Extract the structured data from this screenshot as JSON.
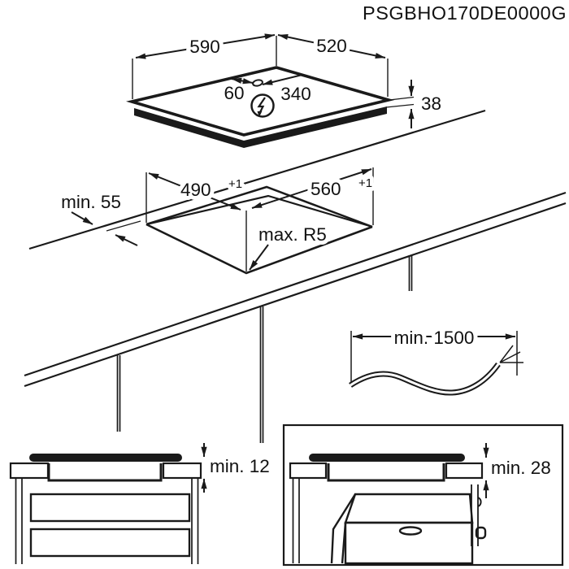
{
  "title_code": "PSGBHO170DE0000G",
  "top_view": {
    "width": "590",
    "depth": "520",
    "thickness": "38",
    "conn_offset_left": "60",
    "conn_offset_right": "340",
    "power_icon": "lightning-bolt-in-circle"
  },
  "cutout_view": {
    "rear_clearance": "min. 55",
    "cut_width": "490",
    "cut_width_tol": "+1",
    "cut_depth": "560",
    "cut_depth_tol": "+1",
    "corner_radius": "max. R5"
  },
  "cable_inset": {
    "cable_length": "min. 1500"
  },
  "drawer_section": {
    "clearance": "min. 12"
  },
  "oven_section": {
    "clearance": "min. 28"
  },
  "colors": {
    "line": "#1a1a1a",
    "background": "#ffffff"
  }
}
